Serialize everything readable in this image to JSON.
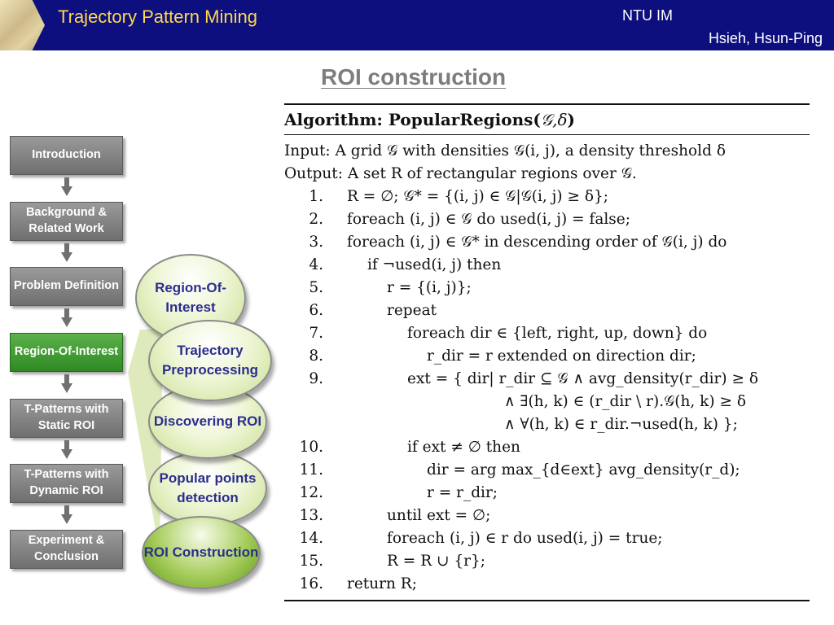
{
  "header": {
    "title": "Trajectory Pattern Mining",
    "org": "NTU IM",
    "author": "Hsieh, Hsun-Ping"
  },
  "slide_title": "ROI construction",
  "nav": {
    "items": [
      {
        "label": "Introduction",
        "active": false
      },
      {
        "label": "Background & Related Work",
        "active": false
      },
      {
        "label": "Problem Definition",
        "active": false
      },
      {
        "label": "Region-Of-Interest",
        "active": true
      },
      {
        "label": "T-Patterns with Static ROI",
        "active": false
      },
      {
        "label": "T-Patterns with Dynamic ROI",
        "active": false
      },
      {
        "label": "Experiment & Conclusion",
        "active": false
      }
    ]
  },
  "ovals": [
    {
      "label": "Region-Of-Interest",
      "style": "light"
    },
    {
      "label": "Trajectory Preprocessing",
      "style": "light"
    },
    {
      "label": "Discovering ROI",
      "style": "light"
    },
    {
      "label": "Popular points detection",
      "style": "light"
    },
    {
      "label": "ROI Construction",
      "style": "dark"
    }
  ],
  "algorithm": {
    "title": "Algorithm:  PopularRegions(",
    "title_args": "𝒢,δ",
    "title_close": ")",
    "input": "Input:  A grid 𝒢 with densities 𝒢(i, j), a density threshold δ",
    "output": "Output:  A set R of rectangular regions over 𝒢.",
    "steps": [
      {
        "num": "1.",
        "indent": 0,
        "text": "R = ∅;   𝒢* = {(i, j) ∈ 𝒢|𝒢(i, j) ≥ δ};"
      },
      {
        "num": "2.",
        "indent": 0,
        "text": "foreach (i, j) ∈ 𝒢 do used(i, j) = false;"
      },
      {
        "num": "3.",
        "indent": 0,
        "text": "foreach (i, j) ∈ 𝒢* in descending order of 𝒢(i, j) do"
      },
      {
        "num": "4.",
        "indent": 1,
        "text": "if ¬used(i, j) then"
      },
      {
        "num": "5.",
        "indent": 2,
        "text": "r = {(i, j)};"
      },
      {
        "num": "6.",
        "indent": 2,
        "text": "repeat"
      },
      {
        "num": "7.",
        "indent": 3,
        "text": "foreach dir ∈ {left, right, up, down} do"
      },
      {
        "num": "8.",
        "indent": 4,
        "text": "r_dir = r extended on direction dir;"
      },
      {
        "num": "9.",
        "indent": 3,
        "text": "ext = { dir| r_dir ⊆ 𝒢 ∧ avg_density(r_dir) ≥ δ"
      },
      {
        "num": "",
        "indent": 9,
        "text": "∧  ∃(h, k) ∈ (r_dir \\ r).𝒢(h, k) ≥ δ"
      },
      {
        "num": "",
        "indent": 9,
        "text": "∧  ∀(h, k) ∈ r_dir.¬used(h, k) };"
      },
      {
        "num": "10.",
        "indent": 3,
        "text": "if ext ≠ ∅ then"
      },
      {
        "num": "11.",
        "indent": 4,
        "text": "dir = arg max_{d∈ext} avg_density(r_d);"
      },
      {
        "num": "12.",
        "indent": 4,
        "text": "r = r_dir;"
      },
      {
        "num": "13.",
        "indent": 2,
        "text": "until ext = ∅;"
      },
      {
        "num": "14.",
        "indent": 2,
        "text": "foreach (i, j) ∈ r do used(i, j) = true;"
      },
      {
        "num": "15.",
        "indent": 2,
        "text": "R = R ∪ {r};"
      },
      {
        "num": "16.",
        "indent": 0,
        "text": "return R;"
      }
    ]
  }
}
